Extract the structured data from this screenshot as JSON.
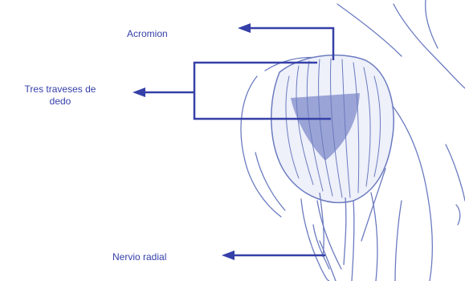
{
  "labels": {
    "acromion": "Acromion",
    "tres_line1": "Tres traveses  de",
    "tres_line2": "dedo",
    "nervio": "Nervio radial"
  },
  "colors": {
    "ink": "#3540a8",
    "sketch": "#6b7bc0",
    "shade": "#8c97cf"
  }
}
